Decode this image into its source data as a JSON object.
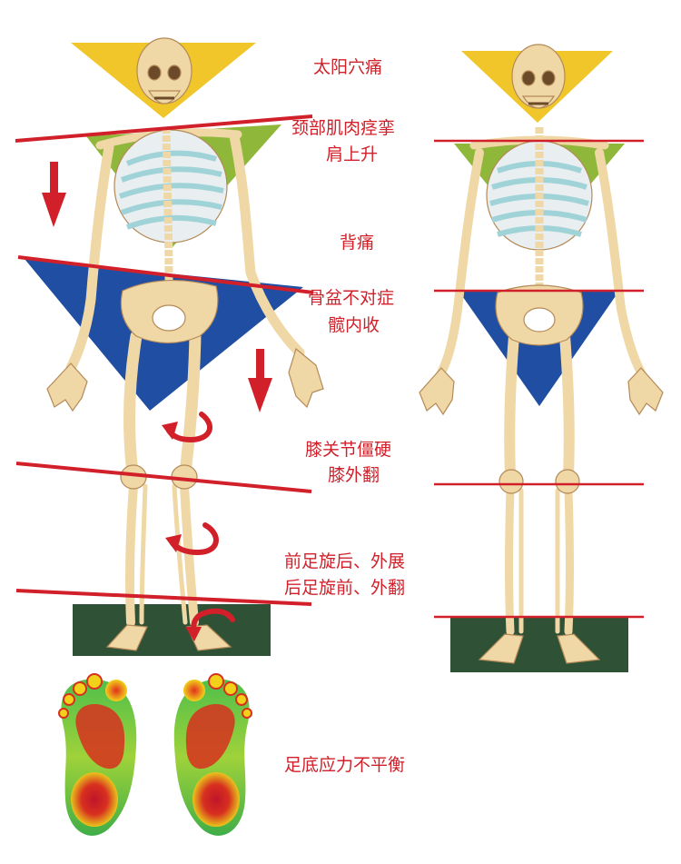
{
  "labels": {
    "temple_pain": "太阳穴痛",
    "neck_spasm": "颈部肌肉痉挛",
    "shoulder_raise": "肩上升",
    "back_pain": "背痛",
    "pelvic_imbalance": "骨盆不对症",
    "hip_adduction": "髋内收",
    "knee_stiff": "膝关节僵硬",
    "knee_valgus": "膝外翻",
    "forefoot": "前足旋后、外展",
    "rearfoot": "后足旋前、外翻",
    "plantar_stress": "足底应力不平衡"
  },
  "colors": {
    "bone": "#f0d7a6",
    "bone_edge": "#b48a58",
    "rib": "#bfe3e6",
    "head_triangle": "#f0c62a",
    "chest_triangle": "#8fb83b",
    "pelvis_triangle": "#1f4ea3",
    "ground": "#2f5236",
    "line": "#d1202a",
    "arrow": "#d1202a"
  },
  "icons": [
    "down-arrow-icon",
    "rotation-arrow-icon",
    "footprint-pressure-icon"
  ]
}
